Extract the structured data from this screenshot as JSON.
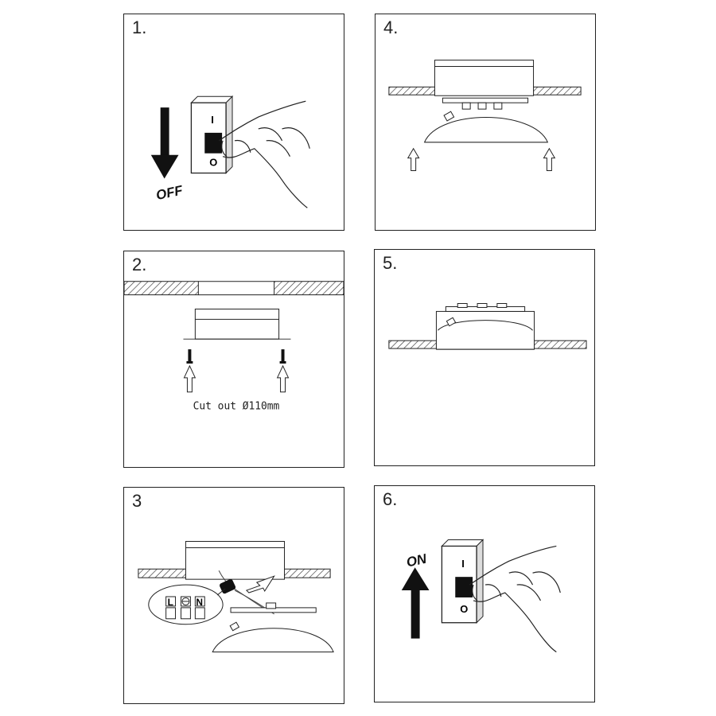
{
  "panels": [
    {
      "step": "1.",
      "arrow_label": "OFF",
      "switch_on": "I",
      "switch_off": "O"
    },
    {
      "step": "4."
    },
    {
      "step": "2.",
      "caption": "Cut out Ø110mm"
    },
    {
      "step": "5."
    },
    {
      "step": "3",
      "terminal_left": "L",
      "terminal_right": "N"
    },
    {
      "step": "6.",
      "arrow_label": "ON",
      "switch_on": "I",
      "switch_off": "O"
    }
  ]
}
